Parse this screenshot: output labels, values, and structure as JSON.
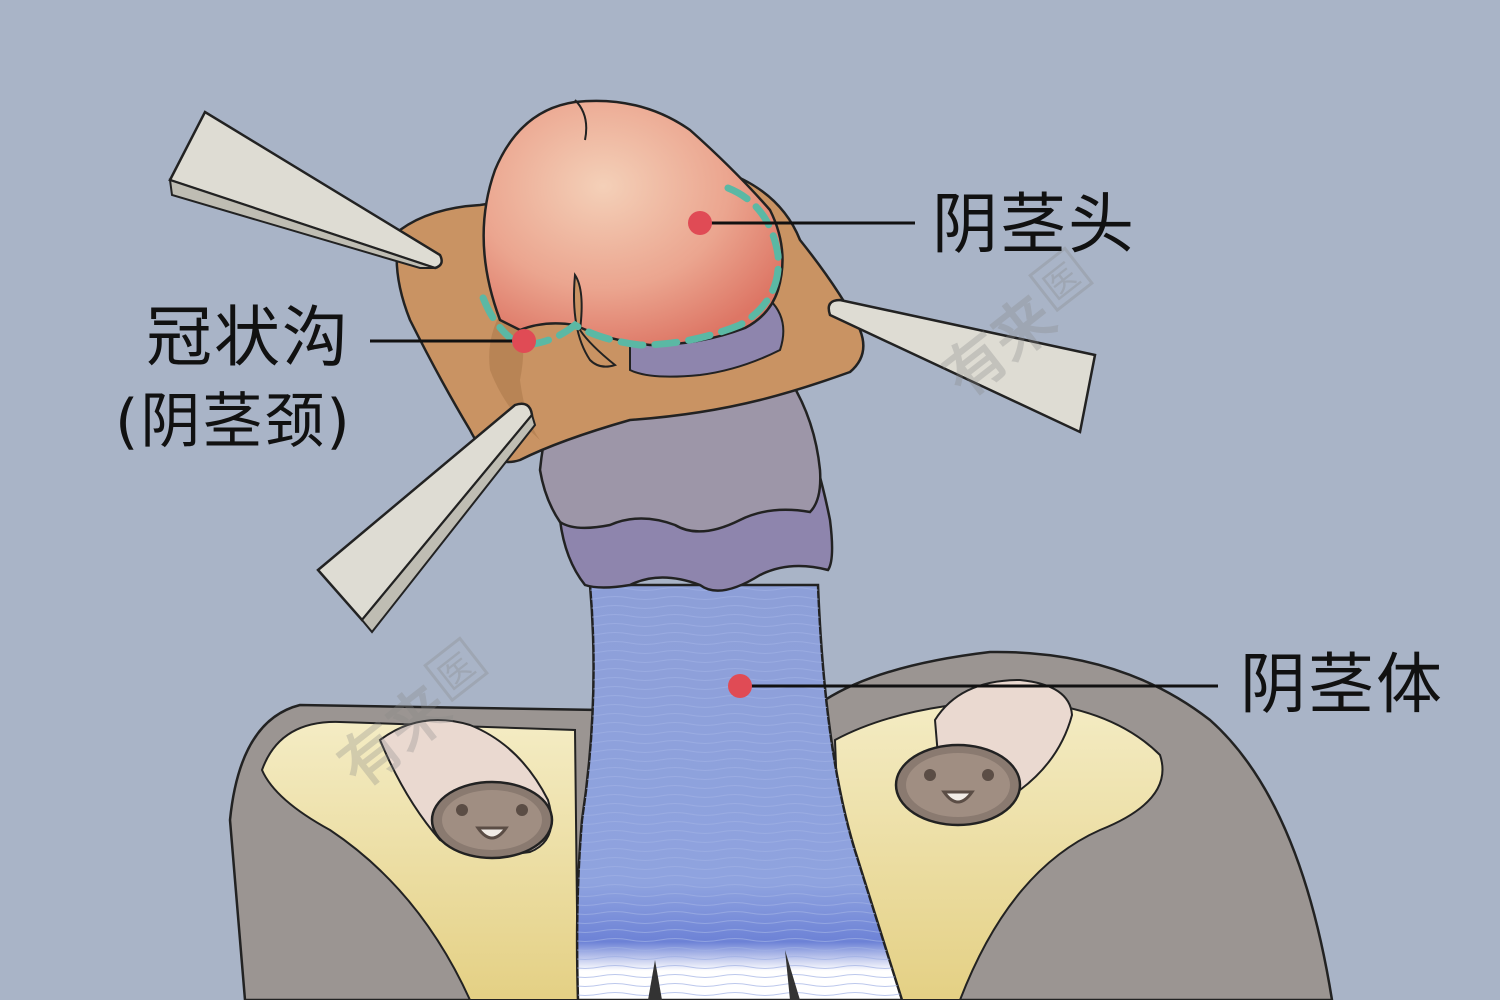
{
  "labels": {
    "glans": "阴茎头",
    "sulcus": "冠状沟",
    "sulcus_sub": "(阴茎颈)",
    "body": "阴茎体"
  },
  "watermark": {
    "brand": "有来",
    "badge": "医"
  },
  "colors": {
    "background": "#a9b4c7",
    "glans": "#e9a38c",
    "foreskin": "#c99363",
    "neck": "#8f8aa8",
    "shaft": "#8ea2dc",
    "marker": "#e04b55",
    "dashed_line": "#5bb8a4",
    "retractor": "#d9d8d0",
    "skin_outer": "#9b9592",
    "skin_inner": "#eee3a8",
    "cord": "#ead9d0"
  }
}
